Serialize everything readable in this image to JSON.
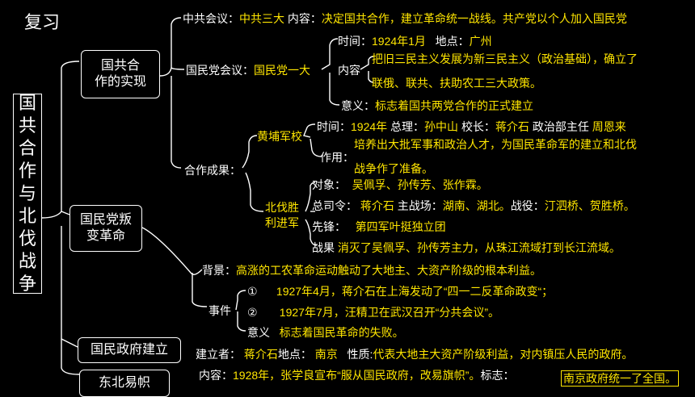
{
  "title": "复习",
  "main_topic": [
    "国",
    "共",
    "合",
    "作",
    "与",
    "北",
    "伐",
    "战",
    "争"
  ],
  "boxes": {
    "realization": "国共合\n作的实现",
    "betrayal": "国民党叛\n变革命",
    "government": "国民政府建立",
    "northeast": "东北易帜"
  },
  "ccp": {
    "label": "中共会议：",
    "value": "中共三大",
    "content_label": "内容：",
    "content": "决定国共合作，建立革命统一战线。共产党以个人加入国民党"
  },
  "kmt": {
    "label": "国民党会议：",
    "value": "国民党一大",
    "time_label": "时间：",
    "time": "1924年1月",
    "place_label": "地点：",
    "place": "广州",
    "content_label": "内容",
    "content_line1": "把旧三民主义发展为新三民主义（政治基础），确立了",
    "content_line2": "联俄、联共、扶助农工三大政策。",
    "meaning_label": "意义：",
    "meaning": "标志着国共两党合作的正式建立"
  },
  "results": {
    "label": "合作成果：",
    "whampoa": {
      "name": "黄埔军校",
      "time_label": "时间：",
      "time": "1924年",
      "president_label": "总理：",
      "president": "孙中山",
      "principal_label": "校长：",
      "principal": "蒋介石",
      "director_label": "政治部主任",
      "director": "周恩来",
      "effect_label": "作用：",
      "effect_line1": "培养出大批军事和政治人才，为国民革命军的建立和北伐",
      "effect_line2": "战争作了准备。"
    },
    "expedition": {
      "name": "北伐胜\n利进军",
      "target_label": "对象：",
      "target": "吴佩孚、孙传芳、张作霖。",
      "commander_label": "总司令：",
      "commander": "蒋介石",
      "battlefield_label": "主战场：",
      "battlefield": "湖南、湖北。",
      "battles_label": "战役：",
      "battles": "汀泗桥、贺胜桥。",
      "vanguard_label": "先锋：",
      "vanguard": "第四军叶挺独立团",
      "outcome_label": "战果",
      "outcome": "消灭了吴佩孚、孙传芳主力，从珠江流域打到长江流域。"
    }
  },
  "betrayal": {
    "background_label": "背景：",
    "background": "高涨的工农革命运动触动了大地主、大资产阶级的根本利益。",
    "events_label": "事件",
    "event1_num": "①",
    "event1": "1927年4月，蒋介石在上海发动了“四一二反革命政变“；",
    "event2_num": "②",
    "event2": "1927年7月，汪精卫在武汉召开“分共会议”。",
    "meaning_label": "意义",
    "meaning": "标志着国民革命的失败。"
  },
  "government": {
    "founder_label": "建立者：",
    "founder": "蒋介石",
    "place_label": "地点：",
    "place": "南京",
    "nature_label": "性质:",
    "nature": "代表大地主大资产阶级利益，对内镇压人民的政府。"
  },
  "northeast": {
    "content_label": "内容：",
    "content": "1928年，张学良宣布“服从国民政府，改易旗帜”。",
    "sign_label": "标志：",
    "sign": "南京政府统一了全国。"
  }
}
